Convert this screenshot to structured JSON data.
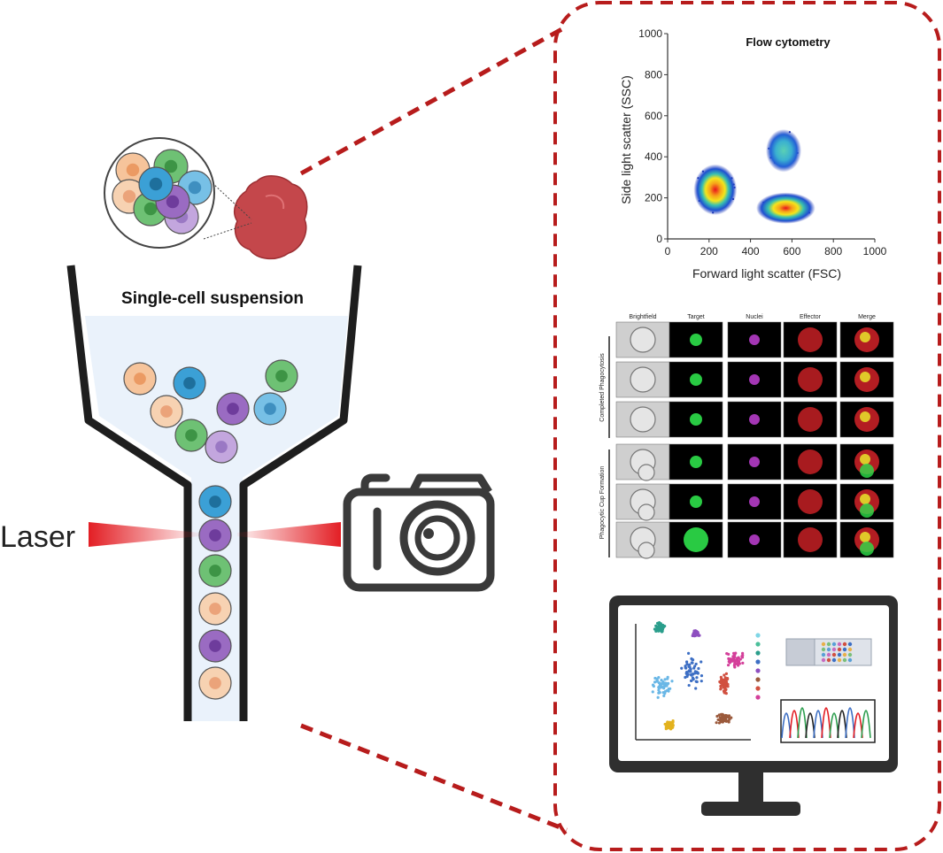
{
  "funnel": {
    "title": "Single-cell suspension",
    "cell_colors": {
      "orange": {
        "outer": "#f6c49b",
        "inner": "#eb9a63"
      },
      "blue": {
        "outer": "#3ba0d6",
        "inner": "#1e6f9c"
      },
      "purple": {
        "outer": "#9a6bc2",
        "inner": "#6e3c9c"
      },
      "green": {
        "outer": "#6ec174",
        "inner": "#3d9445"
      },
      "lightblue": {
        "outer": "#77c0e6",
        "inner": "#3f8fc0"
      },
      "lightpurple": {
        "outer": "#c3a6de",
        "inner": "#9a78c4"
      },
      "peach": {
        "outer": "#f7d2b2",
        "inner": "#eba37a"
      }
    }
  },
  "laser": {
    "label": "Laser",
    "color": "#e31e24"
  },
  "camera": {
    "icon": "camera-icon"
  },
  "panel": {
    "border_color": "#b71c1c"
  },
  "flow_chart": {
    "chart_data": {
      "type": "scatter",
      "title": "Flow cytometry",
      "xlabel": "Forward light scatter (FSC)",
      "ylabel": "Side light scatter (SSC)",
      "xlim": [
        0,
        1000
      ],
      "ylim": [
        0,
        1000
      ],
      "xticks": [
        "0",
        "200",
        "400",
        "600",
        "800",
        "1000"
      ],
      "yticks": [
        "0",
        "200",
        "400",
        "600",
        "800",
        "1000"
      ],
      "series": [
        {
          "center": [
            230,
            240
          ],
          "spread": [
            110,
            130
          ]
        },
        {
          "center": [
            560,
            430
          ],
          "spread": [
            90,
            110
          ]
        },
        {
          "center": [
            570,
            150
          ],
          "spread": [
            150,
            80
          ]
        }
      ]
    }
  },
  "imaging": {
    "columns": [
      "Brightfield",
      "Target",
      "Nuclei",
      "Effector",
      "Merge"
    ],
    "row_groups": [
      {
        "label": "Completed Phagocytosis"
      },
      {
        "label": "Phagocytic Cup Formation"
      }
    ]
  },
  "monitor": {
    "cluster_colors": [
      "#2b9e8c",
      "#8e4fc0",
      "#d43f9a",
      "#6ab7e6",
      "#3d6fc4",
      "#d15040",
      "#9b5a3c",
      "#e3b21e"
    ],
    "legend_colors": [
      "#7fd6e6",
      "#4bbf9a",
      "#2b9e8c",
      "#3d6fc4",
      "#8e4fc0",
      "#9b5a3c",
      "#d15040",
      "#d43f9a"
    ],
    "chromatogram_colors": [
      "#3d6fc4",
      "#e31e24",
      "#2e9e4f",
      "#222222"
    ]
  }
}
